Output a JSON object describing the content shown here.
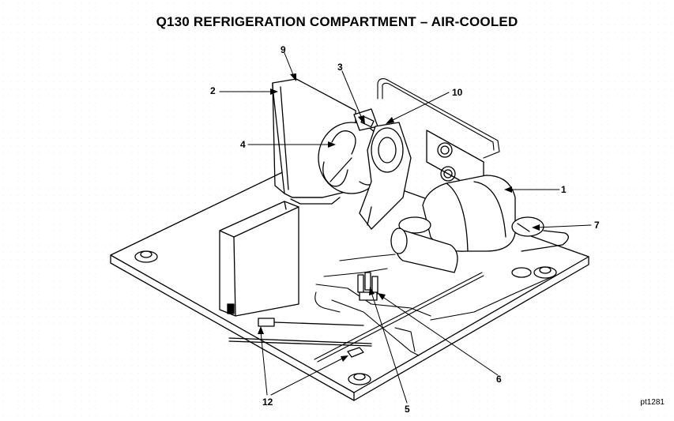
{
  "title": "Q130 REFRIGERATION COMPARTMENT – AIR-COOLED",
  "callouts": {
    "c1": "1",
    "c2": "2",
    "c3": "3",
    "c4": "4",
    "c5": "5",
    "c6": "6",
    "c7": "7",
    "c9": "9",
    "c10": "10",
    "c12": "12"
  },
  "figure_id": "pt1281",
  "colors": {
    "line": "#000000",
    "background": "#ffffff"
  }
}
